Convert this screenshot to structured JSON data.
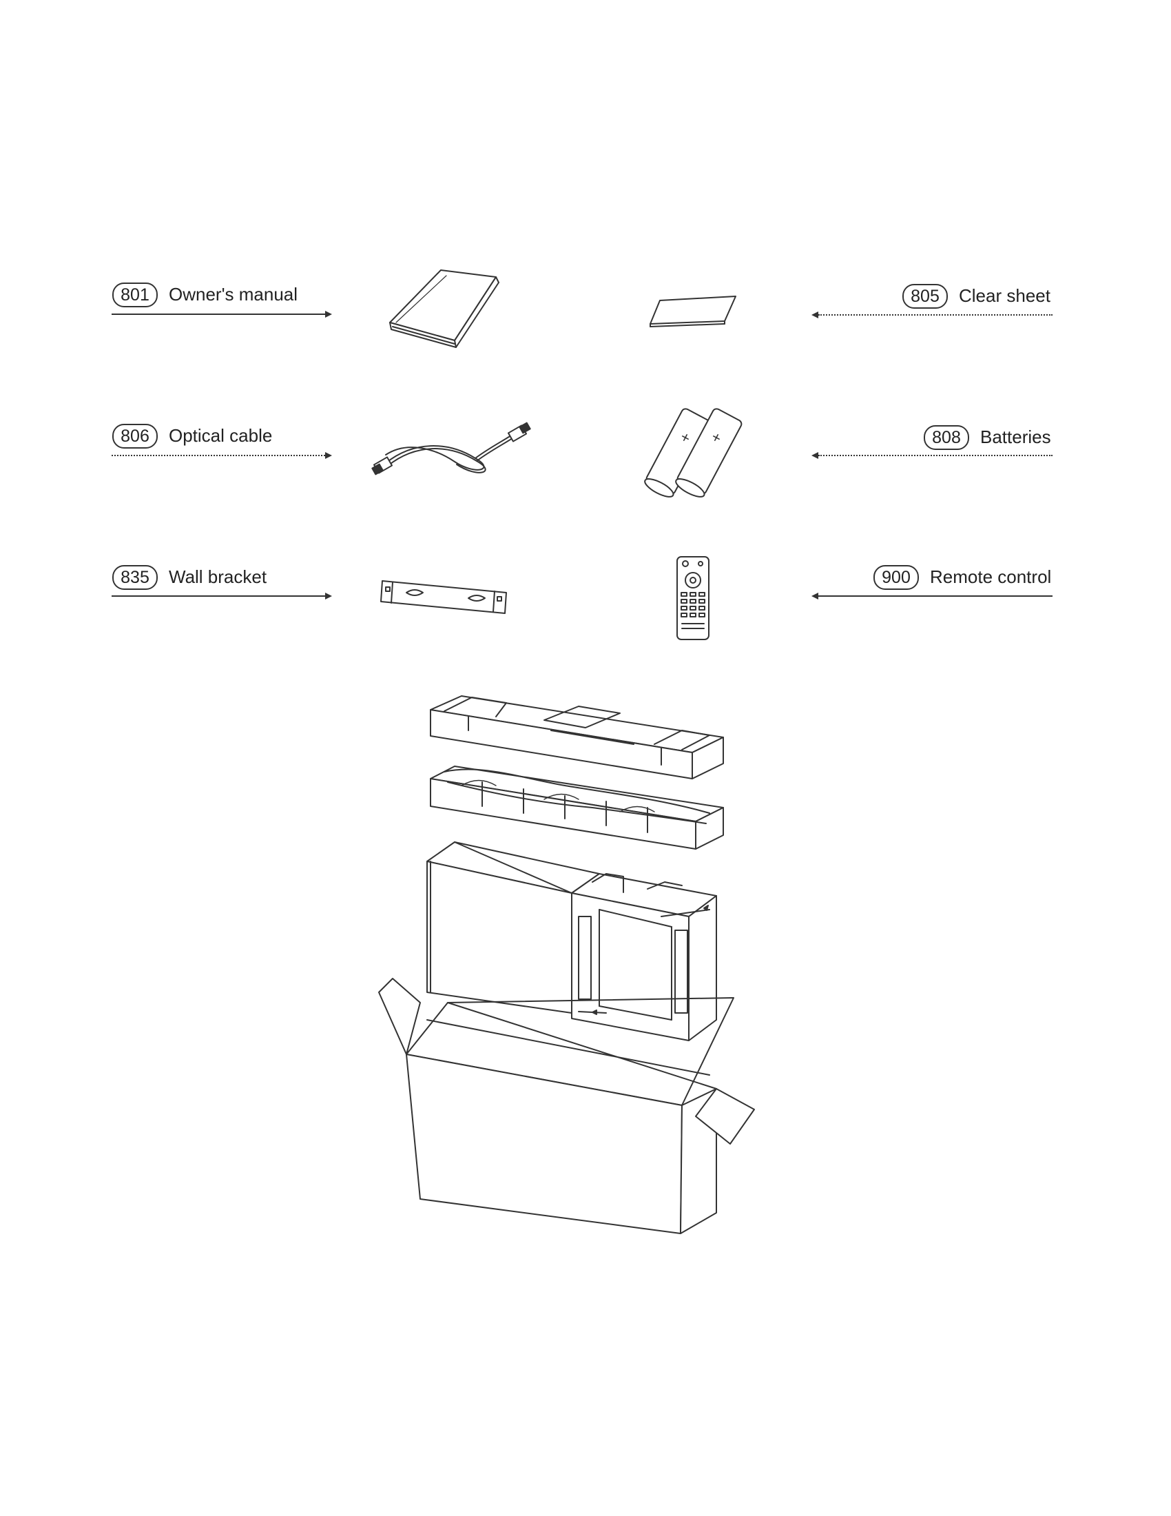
{
  "parts": [
    {
      "number": "801",
      "label": "Owner's manual"
    },
    {
      "number": "805",
      "label": "Clear sheet"
    },
    {
      "number": "806",
      "label": "Optical cable"
    },
    {
      "number": "808",
      "label": "Batteries"
    },
    {
      "number": "835",
      "label": "Wall bracket"
    },
    {
      "number": "900",
      "label": "Remote control"
    }
  ]
}
